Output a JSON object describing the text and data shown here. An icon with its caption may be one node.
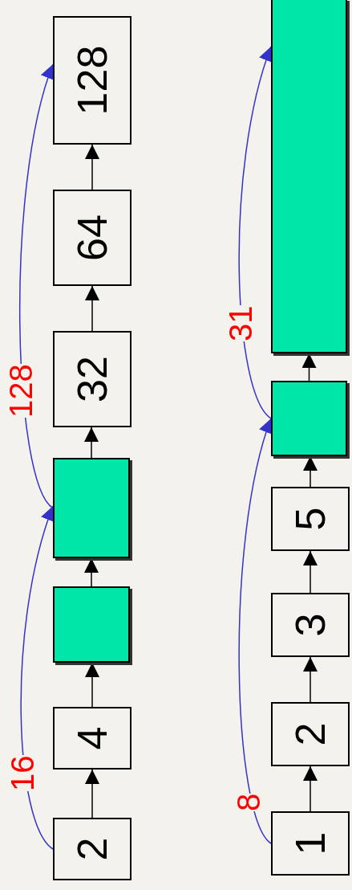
{
  "diagram": {
    "nodes": [
      {
        "text": [
          "2"
        ]
      },
      {
        "text": [
          "4"
        ]
      },
      {
        "text": [],
        "shape": "box"
      },
      {
        "text": [],
        "shape": "box"
      },
      {
        "text": [
          "32"
        ]
      },
      {
        "text": [
          "64"
        ]
      },
      {
        "text": [
          "128"
        ]
      },
      {
        "text": [
          "1"
        ]
      },
      {
        "text": [
          "2"
        ]
      },
      {
        "text": [
          "3"
        ]
      },
      {
        "text": [
          "5"
        ]
      },
      {
        "text": [],
        "shape": "box"
      },
      {
        "text": [],
        "shape": "box"
      }
    ],
    "edges": [
      {
        "from": 0,
        "to": 1,
        "arrow": "to"
      },
      {
        "from": 1,
        "to": 2,
        "arrow": "to"
      },
      {
        "from": 2,
        "to": 3,
        "arrow": "to"
      },
      {
        "from": 3,
        "to": 4,
        "arrow": "to"
      },
      {
        "from": 4,
        "to": 5,
        "arrow": "to"
      },
      {
        "from": 5,
        "to": 6,
        "arrow": "to"
      },
      {
        "from": 7,
        "to": 8,
        "arrow": "to"
      },
      {
        "from": 8,
        "to": 9,
        "arrow": "to"
      },
      {
        "from": 9,
        "to": 10,
        "arrow": "to"
      },
      {
        "from": 10,
        "to": 11,
        "arrow": "to"
      },
      {
        "from": 11,
        "to": 12,
        "arrow": "to"
      },
      {
        "from": 0,
        "to": 3,
        "arrow": "to",
        "label": "16",
        "color": "#3333cc"
      },
      {
        "from": 3,
        "to": 6,
        "arrow": "to",
        "label": "128",
        "color": "#3333cc"
      },
      {
        "from": 7,
        "to": 11,
        "arrow": "to",
        "label": "8",
        "color": "#3333cc"
      },
      {
        "from": 11,
        "to": 12,
        "arrow": "to",
        "label": "31",
        "color": "#3333cc"
      }
    ]
  }
}
